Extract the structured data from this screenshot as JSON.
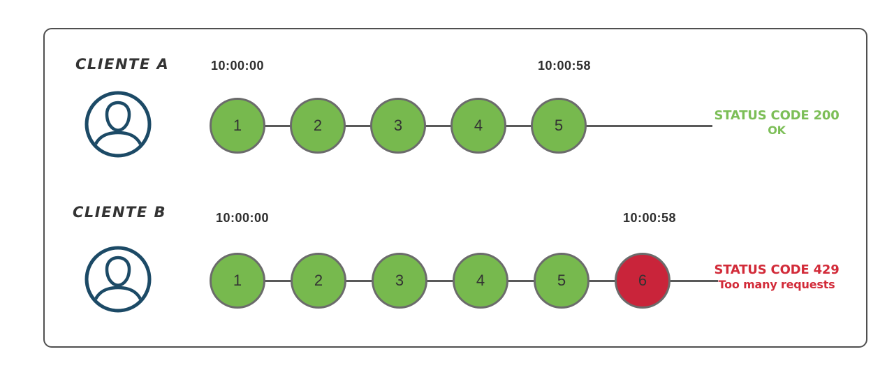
{
  "diagram": {
    "rows": [
      {
        "label": "CLIENTE A",
        "start_time": "10:00:00",
        "end_time": "10:00:58",
        "requests": [
          {
            "n": "1"
          },
          {
            "n": "2"
          },
          {
            "n": "3"
          },
          {
            "n": "4"
          },
          {
            "n": "5"
          }
        ],
        "status": {
          "line1": "STATUS CODE 200",
          "line2": "OK"
        }
      },
      {
        "label": "CLIENTE B",
        "start_time": "10:00:00",
        "end_time": "10:00:58",
        "requests": [
          {
            "n": "1"
          },
          {
            "n": "2"
          },
          {
            "n": "3"
          },
          {
            "n": "4"
          },
          {
            "n": "5"
          },
          {
            "n": "6",
            "blocked": true
          }
        ],
        "status": {
          "line1": "STATUS CODE 429",
          "line2": "Too many requests"
        }
      }
    ],
    "icons": {
      "client_icon": "user-avatar-icon"
    },
    "colors": {
      "request_ok_fill": "#77B94E",
      "request_blocked_fill": "#C9243A",
      "circle_border": "#6B6B6B",
      "status_ok_text": "#7CBE57",
      "status_error_text": "#D22B39",
      "avatar_stroke": "#1C4A66",
      "timeline": "#595959",
      "frame_border": "#4F4F4F",
      "text_dark": "#333333"
    }
  }
}
